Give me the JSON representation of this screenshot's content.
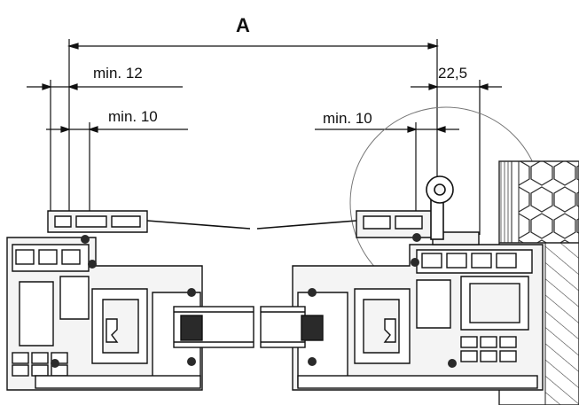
{
  "dimensions": {
    "overall": "A",
    "left_outer": "min. 12",
    "left_inner": "min. 10",
    "right_inner": "min. 10",
    "right_offset": "22,5"
  },
  "colors": {
    "line": "#111111",
    "profile_fill": "#f4f4f4",
    "seal": "#2a2a2a",
    "wall_hatch": "#444444"
  }
}
